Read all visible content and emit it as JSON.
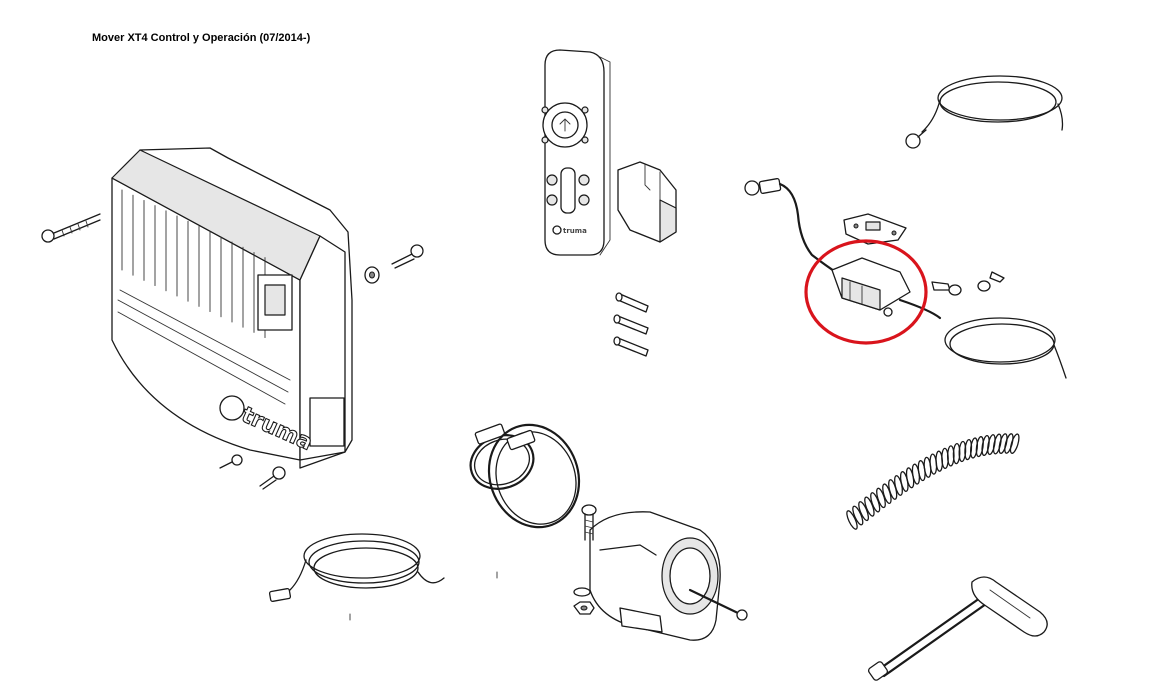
{
  "header": {
    "title": "Mover XT4 Control y Operación (07/2014-)"
  },
  "parts": {
    "control_unit": {
      "logo_text": "truma"
    },
    "remote_control": {
      "logo_text": "truma"
    }
  },
  "colors": {
    "line": "#1a1a1a",
    "highlight_circle": "#d9141c",
    "background": "#ffffff"
  }
}
